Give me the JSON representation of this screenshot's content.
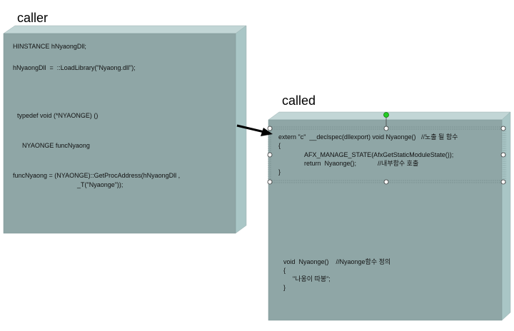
{
  "caller": {
    "title": "caller",
    "lines": [
      "HINSTANCE hNyaongDll;",
      "hNyaongDll  =  ::LoadLibrary(\"Nyaong.dll\");",
      "typedef void (*NYAONGE) ()",
      "NYAONGE funcNyaong",
      "funcNyaong = (NYAONGE)::GetProcAddress(hNyaongDll ,",
      "_T(\"Nyaonge\"));"
    ]
  },
  "called": {
    "title": "called",
    "export_lines": [
      "extern \"c\"  __declspec(dllexport) void Nyaonge()   //노출 될 함수",
      "{",
      "AFX_MANAGE_STATE(AfxGetStaticModuleState());",
      "return  Nyaonge();            //내부함수 호출",
      "}"
    ],
    "inner_lines": [
      "void  Nyaonge()    //Nyaonge함수 정의",
      "{",
      "\"나옹이 따봉\";",
      "}"
    ]
  },
  "colors": {
    "box_face": "#8fa6a6",
    "box_top": "#c2d6d6",
    "box_side": "#a9c6c6",
    "selection_dots": "#6f8585",
    "rotate_handle": "#22cc22"
  }
}
